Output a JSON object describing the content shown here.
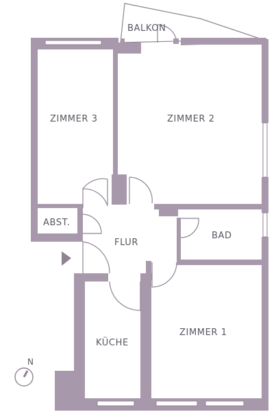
{
  "colors": {
    "wall": "#a898ab",
    "line": "#8f8293",
    "background": "#ffffff",
    "text": "#5a5560"
  },
  "rooms": {
    "balkon": "BALKON",
    "zimmer3": "ZIMMER 3",
    "zimmer2": "ZIMMER 2",
    "abst": "ABST.",
    "flur": "FLUR",
    "bad": "BAD",
    "kueche": "KÜCHE",
    "zimmer1": "ZIMMER 1"
  },
  "compass": {
    "label": "N",
    "icon": "north-arrow-icon"
  },
  "entrance": {
    "icon": "entrance-arrow-icon"
  }
}
